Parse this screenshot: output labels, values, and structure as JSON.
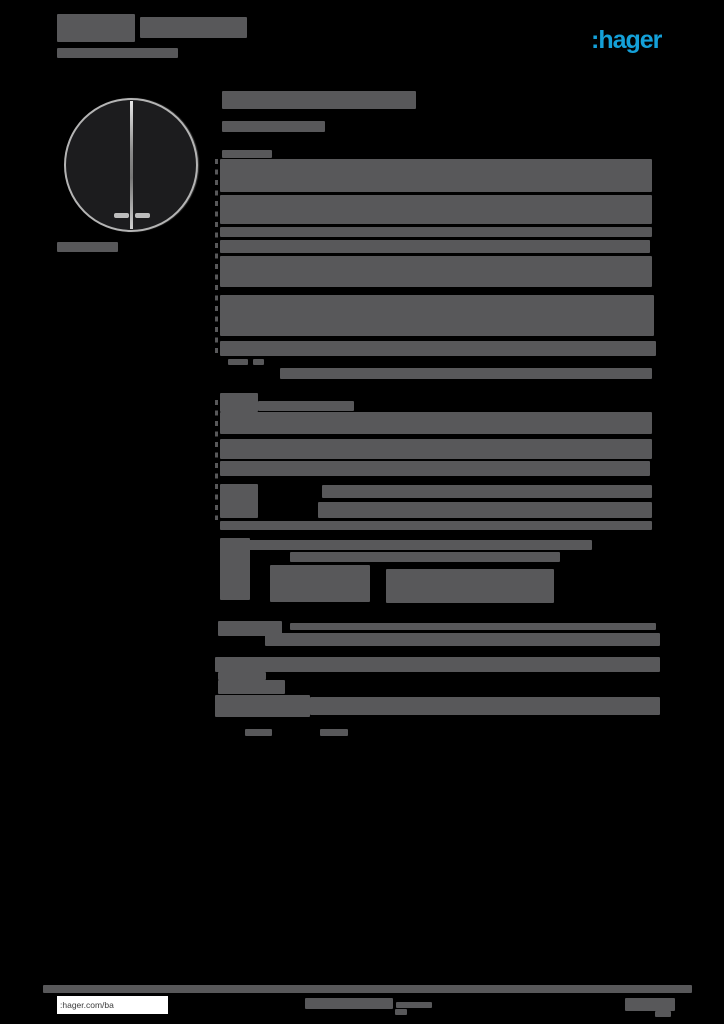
{
  "document": {
    "background_color": "#000000",
    "redacted_text_color": "#58585a",
    "description": "hager product datasheet page, body text illegible at source resolution"
  },
  "brand": {
    "logo_text": ":hager",
    "logo_color": "#14a0d8"
  },
  "footer": {
    "website_link": ":hager.com/ba"
  },
  "product_image": {
    "semantic": "round-two-gang-rocker-switch-black",
    "body_color": "#1c1c1e",
    "rim_color": "#b4b4b4",
    "lens_color": "#bdbdbd"
  },
  "redacted_text_blocks": {
    "header": [
      [
        57,
        14,
        78,
        28
      ],
      [
        140,
        17,
        107,
        21
      ],
      [
        57,
        48,
        121,
        10
      ]
    ],
    "image_caption": [
      [
        57,
        242,
        61,
        10
      ]
    ],
    "content": [
      [
        222,
        91,
        194,
        18
      ],
      [
        222,
        121,
        103,
        11
      ],
      [
        222,
        150,
        50,
        8
      ],
      [
        220,
        159,
        432,
        33
      ],
      [
        220,
        195,
        432,
        29
      ],
      [
        220,
        227,
        432,
        10
      ],
      [
        220,
        240,
        430,
        13
      ],
      [
        220,
        256,
        432,
        31
      ],
      [
        220,
        295,
        434,
        41
      ],
      [
        220,
        341,
        436,
        15
      ],
      [
        228,
        359,
        20,
        6
      ],
      [
        253,
        359,
        11,
        6
      ],
      [
        280,
        368,
        372,
        11
      ],
      [
        220,
        393,
        38,
        19
      ],
      [
        258,
        401,
        96,
        10
      ],
      [
        220,
        412,
        432,
        22
      ],
      [
        220,
        439,
        432,
        20
      ],
      [
        220,
        461,
        430,
        15
      ],
      [
        220,
        484,
        38,
        34
      ],
      [
        322,
        485,
        330,
        13
      ],
      [
        318,
        502,
        334,
        16
      ],
      [
        220,
        521,
        432,
        9
      ],
      [
        248,
        540,
        344,
        10
      ],
      [
        290,
        552,
        270,
        10
      ],
      [
        220,
        538,
        30,
        62
      ],
      [
        270,
        565,
        100,
        37
      ],
      [
        386,
        569,
        168,
        34
      ],
      [
        218,
        621,
        64,
        15
      ],
      [
        290,
        623,
        366,
        7,
        "dots"
      ],
      [
        265,
        633,
        395,
        13
      ],
      [
        215,
        657,
        445,
        15
      ],
      [
        218,
        672,
        48,
        8
      ],
      [
        218,
        680,
        67,
        14
      ],
      [
        215,
        695,
        95,
        22
      ],
      [
        310,
        697,
        350,
        18
      ],
      [
        245,
        729,
        27,
        7
      ],
      [
        320,
        729,
        28,
        7
      ]
    ],
    "footer": [
      [
        43,
        985,
        649,
        8
      ],
      [
        305,
        998,
        88,
        11
      ],
      [
        396,
        1002,
        36,
        6
      ],
      [
        395,
        1009,
        12,
        6
      ],
      [
        625,
        998,
        50,
        13
      ],
      [
        655,
        1011,
        16,
        6
      ]
    ]
  }
}
